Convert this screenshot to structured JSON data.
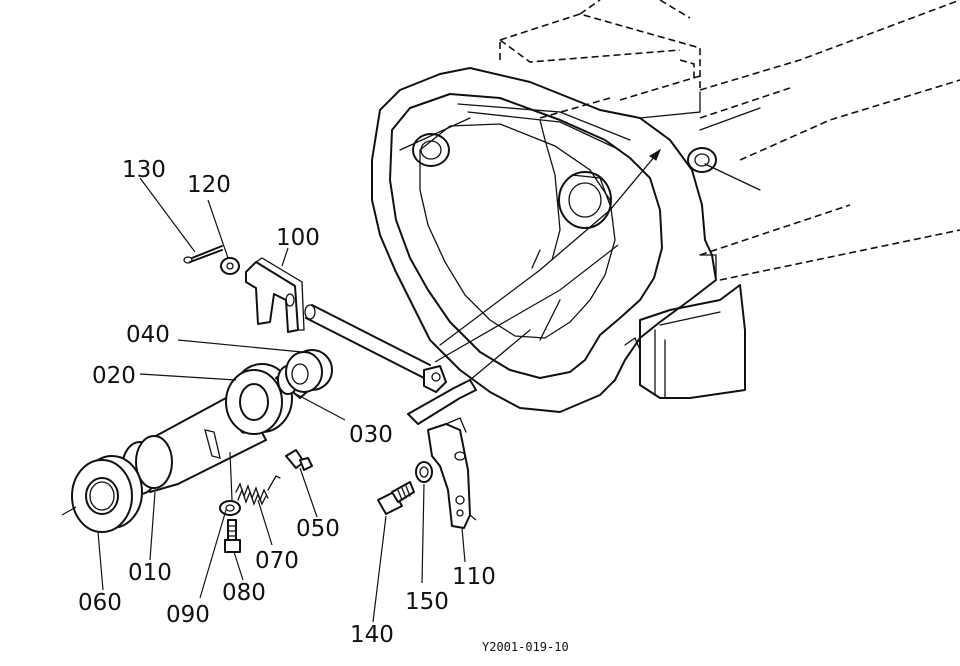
{
  "labels": {
    "p010": "010",
    "p020": "020",
    "p030": "030",
    "p040": "040",
    "p050": "050",
    "p060": "060",
    "p070": "070",
    "p080": "080",
    "p090": "090",
    "p100": "100",
    "p110": "110",
    "p120": "120",
    "p130": "130",
    "p140": "140",
    "p150": "150"
  },
  "figure_code": "Y2001-019-10"
}
